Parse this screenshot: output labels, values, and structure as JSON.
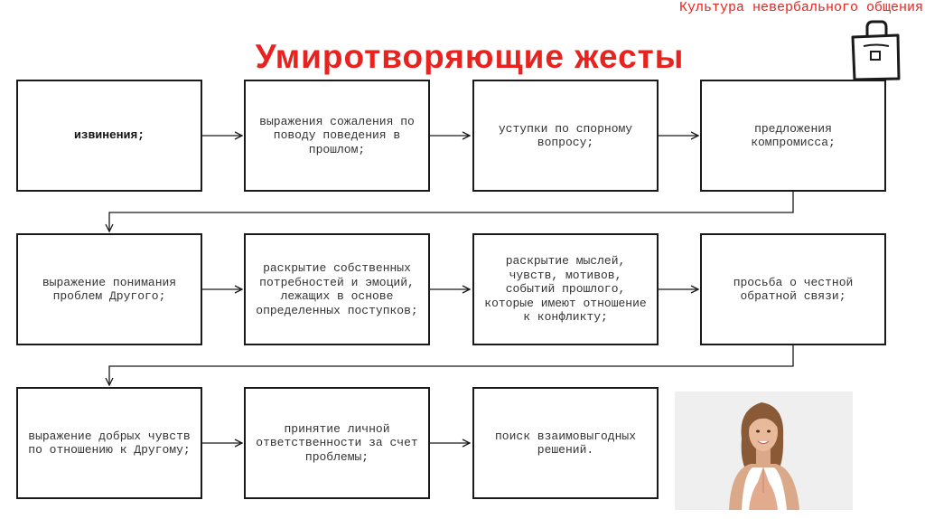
{
  "header": {
    "text": "Культура невербального общения"
  },
  "title": "Умиротворяющие жесты",
  "icons": {
    "bag": "shopping-bag-icon"
  },
  "flow": {
    "row1": [
      {
        "text": "извинения;"
      },
      {
        "text": "выражения сожаления по поводу поведения в прошлом;"
      },
      {
        "text": "уступки по спорному вопросу;"
      },
      {
        "text": "предложения компромисса;"
      }
    ],
    "row2": [
      {
        "text": "выражение понимания проблем Другого;"
      },
      {
        "text": "раскрытие собственных потребностей и эмоций, лежащих в основе определенных поступков;"
      },
      {
        "text": "раскрытие мыслей, чувств, мотивов, событий прошлого, которые имеют отношение к конфликту;"
      },
      {
        "text": "просьба о честной обратной связи;"
      }
    ],
    "row3": [
      {
        "text": "выражение добрых чувств по отношению к Другому;"
      },
      {
        "text": "принятие личной ответственности за счет проблемы;"
      },
      {
        "text": "поиск взаимовыгодных решений."
      }
    ]
  },
  "colors": {
    "accent": "#e8231f",
    "border": "#1a1a1a",
    "text": "#333333"
  }
}
